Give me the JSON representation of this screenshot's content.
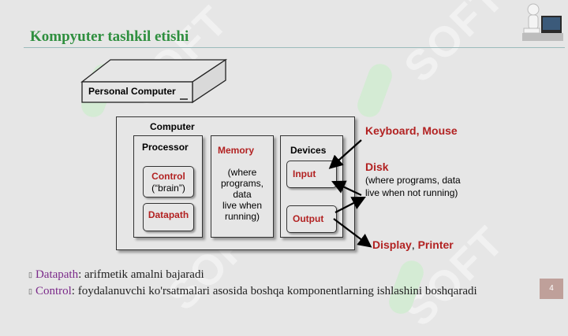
{
  "slide": {
    "title": "Kompyuter tashkil etishi",
    "watermark": "SOFT",
    "page_number": "4"
  },
  "diagram": {
    "pc_label": "Personal Computer",
    "computer_label": "Computer",
    "processor_label": "Processor",
    "control_label": "Control",
    "control_sub": "(“brain”)",
    "datapath_label": "Datapath",
    "memory_label": "Memory",
    "memory_note": [
      "(where",
      "programs,",
      "data",
      "live when",
      "running)"
    ],
    "devices_label": "Devices",
    "input_label": "Input",
    "output_label": "Output",
    "keyboard_mouse": "Keyboard, Mouse",
    "disk_label": "Disk",
    "disk_note_1": "(where programs, data",
    "disk_note_2": "live when not running)",
    "display": "Display",
    "comma": ",",
    "printer": "Printer",
    "colors": {
      "accent_red": "#b22222",
      "title_green": "#2f8f3f"
    }
  },
  "bullets": [
    {
      "term": "Datapath",
      "text": ": arifmetik amalni bajaradi"
    },
    {
      "term": "Control",
      "text": ": foydalanuvchi ko'rsatmalari asosida boshqa komponentlarning ishlashini boshqaradi"
    }
  ]
}
